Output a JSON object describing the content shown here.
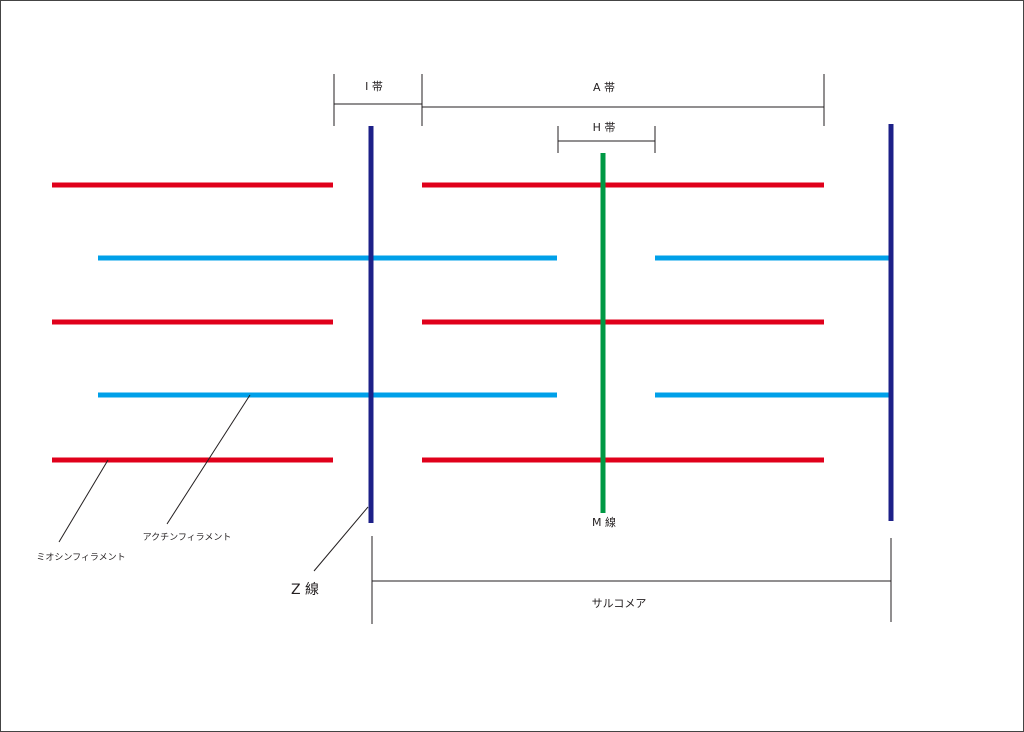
{
  "labels": {
    "i_band": "I 帯",
    "a_band": "A 帯",
    "h_band": "H 帯",
    "m_line": "M 線",
    "z_line": "Z 線",
    "sarcomere": "サルコメア",
    "actin": "アクチンフィラメント",
    "myosin": "ミオシンフィラメント"
  },
  "colors": {
    "myosin": "#e0001b",
    "actin": "#00a0e9",
    "z_line": "#1d2088",
    "m_line": "#009944",
    "bracket": "#231f20"
  }
}
